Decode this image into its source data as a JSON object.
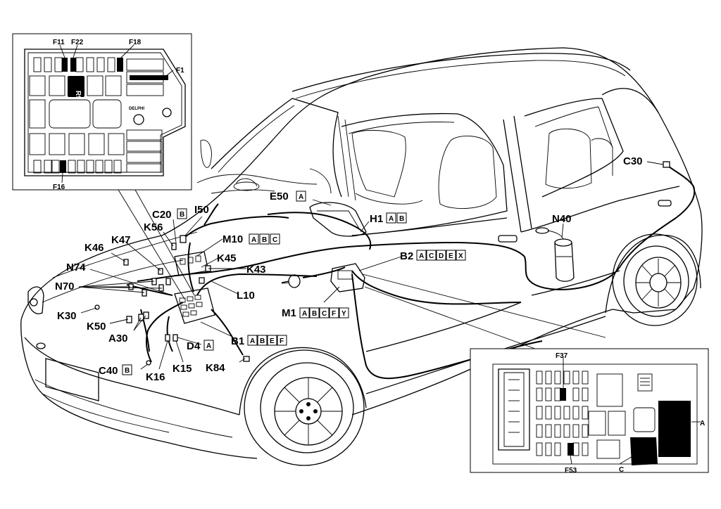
{
  "labels": {
    "f11": "F11",
    "f22": "F22",
    "f18": "F18",
    "f1": "F1",
    "f16": "F16",
    "r9": "R9",
    "delphi": "DELPHI",
    "c30": "C30",
    "e50": "E50",
    "h1": "H1",
    "b2": "B2",
    "n40": "N40",
    "c20": "C20",
    "i50": "I50",
    "k56": "K56",
    "k47": "K47",
    "k46": "K46",
    "m10": "M10",
    "k45": "K45",
    "k43": "K43",
    "n74": "N74",
    "n70": "N70",
    "l10": "L10",
    "m1": "M1",
    "k30": "K30",
    "k50": "K50",
    "a30": "A30",
    "b1": "B1",
    "d4": "D4",
    "k84": "K84",
    "c40": "C40",
    "k15": "K15",
    "k16": "K16",
    "f37": "F37",
    "f53": "F53",
    "a": "A",
    "c": "C"
  },
  "subs": {
    "e50": [
      "A"
    ],
    "h1": [
      "A",
      "B"
    ],
    "b2": [
      "A",
      "C",
      "D",
      "E",
      "X"
    ],
    "c20": [
      "B"
    ],
    "m10": [
      "A",
      "B",
      "C"
    ],
    "m1": [
      "A",
      "B",
      "C",
      "F",
      "Y"
    ],
    "b1": [
      "A",
      "B",
      "E",
      "F"
    ],
    "d4": [
      "A"
    ],
    "c40": [
      "B"
    ]
  }
}
